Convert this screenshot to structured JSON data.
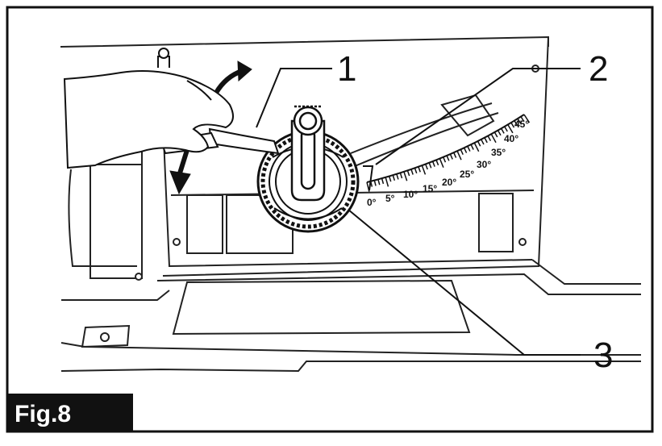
{
  "figure_label": "Fig.8",
  "callouts": [
    {
      "label": "1"
    },
    {
      "label": "2"
    },
    {
      "label": "3"
    }
  ],
  "bevel_scale": {
    "ticks": [
      "0°",
      "5°",
      "10°",
      "15°",
      "20°",
      "25°",
      "30°",
      "35°",
      "40°",
      "45°"
    ]
  }
}
